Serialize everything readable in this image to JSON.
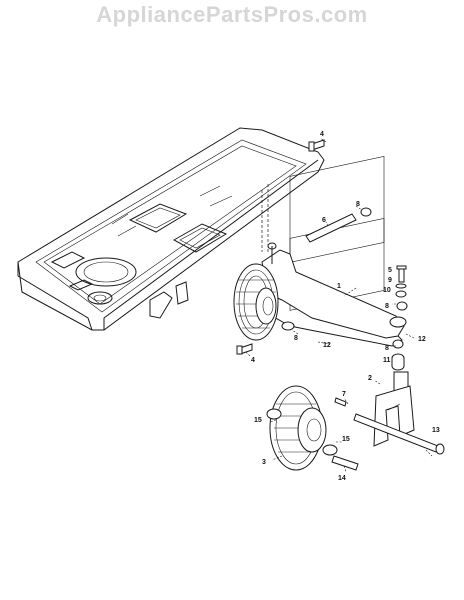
{
  "watermark": "AppliancePartsPros.com",
  "callouts": {
    "c1": "1",
    "c2": "2",
    "c3": "3",
    "c4a": "4",
    "c4b": "4",
    "c5": "5",
    "c6": "6",
    "c7": "7",
    "c8a": "8",
    "c8b": "8",
    "c8c": "8",
    "c8d": "8",
    "c9": "9",
    "c10": "10",
    "c11": "11",
    "c12a": "12",
    "c12b": "12",
    "c13": "13",
    "c14": "14",
    "c15a": "15",
    "c15b": "15"
  }
}
